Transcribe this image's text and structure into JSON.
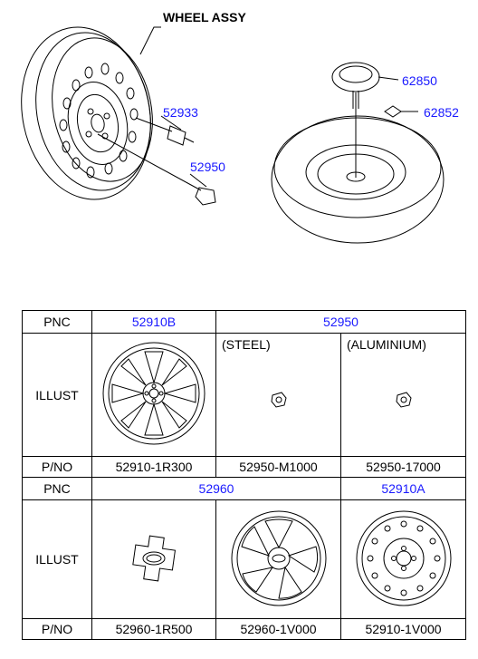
{
  "diagram": {
    "title": "WHEEL ASSY",
    "callouts": {
      "c52933": "52933",
      "c52950": "52950",
      "c62850": "62850",
      "c62852": "62852"
    }
  },
  "table": {
    "row_labels": {
      "pnc": "PNC",
      "illust": "ILLUST",
      "pno": "P/NO"
    },
    "section1": {
      "pnc_a": "52910B",
      "pnc_b": "52950",
      "steel_label": "(STEEL)",
      "aluminium_label": "(ALUMINIUM)",
      "pno_a": "52910-1R300",
      "pno_b": "52950-M1000",
      "pno_c": "52950-17000"
    },
    "section2": {
      "pnc_a": "52960",
      "pnc_b": "52910A",
      "pno_a": "52960-1R500",
      "pno_b": "52960-1V000",
      "pno_c": "52910-1V000"
    }
  }
}
